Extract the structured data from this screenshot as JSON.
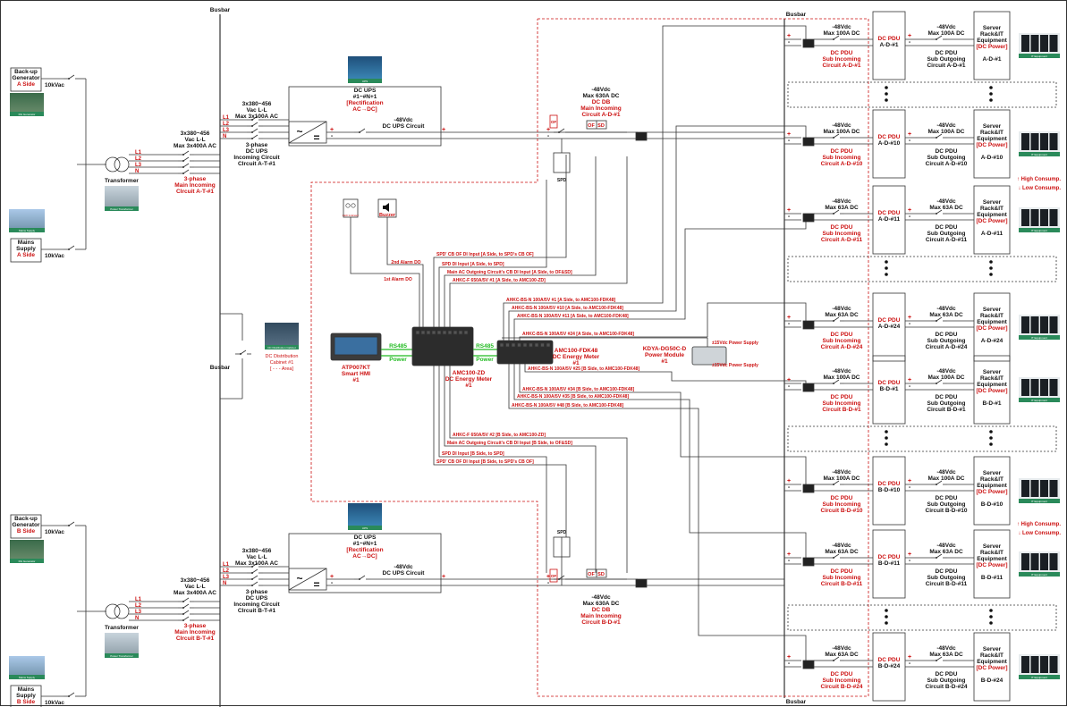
{
  "busbar": "Busbar",
  "left": {
    "a": {
      "gen_lines": [
        "Back-up",
        "Generator",
        "A Side"
      ],
      "gen_voltage": "10kVac",
      "mains_lines": [
        "Mains",
        "Supply",
        "A Side"
      ],
      "mains_voltage": "10kVac",
      "transformer": "Transformer",
      "main_spec": [
        "3x380~456",
        "Vac L-L",
        "Max 3x400A AC"
      ],
      "phases": [
        "L1",
        "L2",
        "L3",
        "N"
      ],
      "main_incoming": [
        "3-phase",
        "Main Incoming",
        "CIrcuit A-T-#1"
      ],
      "ups_spec": [
        "3x380~456",
        "Vac L-L",
        "Max 3x100A AC"
      ],
      "ups_phases": [
        "L1",
        "L2",
        "L3",
        "N"
      ],
      "ups_incoming": [
        "3-phase",
        "DC UPS",
        "Incoming Circuit",
        "CIrcuit A-T-#1"
      ],
      "ups_title": [
        "DC UPS",
        "#1~#N+1"
      ],
      "ups_rect": [
        "[Rectification",
        "AC→DC]"
      ],
      "ups_out": [
        "-48Vdc",
        "DC UPS Circuit"
      ]
    },
    "b": {
      "gen_lines": [
        "Back-up",
        "Generator",
        "B Side"
      ],
      "gen_voltage": "10kVac",
      "mains_lines": [
        "Mains",
        "Supply",
        "B Side"
      ],
      "mains_voltage": "10kVac",
      "transformer": "Transformer",
      "main_spec": [
        "3x380~456",
        "Vac L-L",
        "Max 3x400A AC"
      ],
      "phases": [
        "L1",
        "L2",
        "L3",
        "N"
      ],
      "main_incoming": [
        "3-phase",
        "Main Incoming",
        "CIrcuit B-T-#1"
      ],
      "ups_spec": [
        "3x380~456",
        "Vac L-L",
        "Max 3x100A AC"
      ],
      "ups_phases": [
        "L1",
        "L2",
        "L3",
        "N"
      ],
      "ups_incoming": [
        "3-phase",
        "DC UPS",
        "Incoming Circuit",
        "CIrcuit B-T-#1"
      ],
      "ups_title": [
        "DC UPS",
        "#1~#N+1"
      ],
      "ups_rect": [
        "[Rectification",
        "AC→DC]"
      ],
      "ups_out": [
        "-48Vdc",
        "DC UPS Circuit"
      ]
    },
    "dc_cabinet": [
      "DC Distribution",
      "Cabinet #1",
      "[ - - - Area]"
    ]
  },
  "db": {
    "a": [
      "-48Vdc",
      "Max 630A DC",
      "DC DB",
      "Main Incoming",
      "Circuit A-D-#1"
    ],
    "b": [
      "-48Vdc",
      "Max 630A DC",
      "DC DB",
      "Main Incoming",
      "Circuit B-D-#1"
    ],
    "of": "OF",
    "sd": "SD",
    "spd": "SPD"
  },
  "monitor": {
    "led": "LED Indicator",
    "buzzer": "Buzzer",
    "alarm2": "2nd Alarm DO",
    "alarm1": "1st Alarm DO",
    "hmi": [
      "ATP007KT",
      "Smart HMI",
      "#1"
    ],
    "rs485": "RS485",
    "power": "Power",
    "amc100zd": [
      "AMC100-ZD",
      "DC Energy Meter",
      "#1"
    ],
    "fdk48": [
      "AMC100-FDK48",
      "DC Energy Meter",
      "#1"
    ],
    "psu": [
      "KDYA-DG50C-D",
      "Power Module",
      "#1"
    ],
    "psu_out1": "±15Vdc Power Supply",
    "psu_out2": "±15Vdc Power Supply",
    "sig_top": [
      "SPD' CB OF DI Input [A Side, to SPD's CB OF]",
      "SPD DI Input [A Side, to SPD]",
      "Main AC Outgoing Circuit's CB DI Input [A Side, to OF&SD]",
      "AHKC-F 650A/5V #1 [A Side, to AMC100-ZD]"
    ],
    "sig_a": [
      "AHKC-BS-N 100A/5V #1 [A Side, to AMC100-FDK48]",
      "AHKC-BS-N 100A/5V #10 [A Side, to AMC100-FDK48]",
      "AHKC-BS-N 100A/5V #11 [A Side, to AMC100-FDK48]",
      "AHKC-BS-N 100A/5V #24 [A Side, to AMC100-FDK48]"
    ],
    "sig_b": [
      "AHKC-BS-N 100A/5V #25 [B Side, to AMC100-FDK48]",
      "AHKC-BS-N 100A/5V #34 [B Side, to AMC100-FDK48]",
      "AHKC-BS-N 100A/5V #35 [B Side, to AMC100-FDK48]",
      "AHKC-BS-N 100A/5V #48 [B Side, to AMC100-FDK48]"
    ],
    "sig_bottom": [
      "AHKC-F 650A/5V #2 [B Side, to AMC100-ZD]",
      "Main AC Outgoing Circuit's CB DI Input [B Side, to OF&SD]",
      "SPD DI Input [B Side, to SPD]",
      "SPD' CB OF DI Input [B Side, to SPD's CB OF]"
    ]
  },
  "branches": [
    {
      "in": [
        "-48Vdc",
        "Max 100A DC"
      ],
      "pdu": "A-D-#1",
      "sub_in": [
        "DC PDU",
        "Sub Incoming",
        "Circuit A-D-#1"
      ],
      "out": [
        "-48Vdc",
        "Max 100A DC"
      ],
      "sub_out": [
        "DC PDU",
        "Sub Outgoing",
        "Circuit A-D-#1"
      ],
      "rack": "A-D-#1"
    },
    {
      "in": [
        "-48Vdc",
        "Max 100A DC"
      ],
      "pdu": "A-D-#10",
      "sub_in": [
        "DC PDU",
        "Sub Incoming",
        "Circuit A-D-#10"
      ],
      "out": [
        "-48Vdc",
        "Max 100A DC"
      ],
      "sub_out": [
        "DC PDU",
        "Sub Outgoing",
        "Circuit A-D-#10"
      ],
      "rack": "A-D-#10"
    },
    {
      "in": [
        "-48Vdc",
        "Max 63A DC"
      ],
      "pdu": "A-D-#11",
      "sub_in": [
        "DC PDU",
        "Sub Incoming",
        "Circuit A-D-#11"
      ],
      "out": [
        "-48Vdc",
        "Max 63A DC"
      ],
      "sub_out": [
        "DC PDU",
        "Sub Outgoing",
        "Circuit A-D-#11"
      ],
      "rack": "A-D-#11"
    },
    {
      "in": [
        "-48Vdc",
        "Max 63A DC"
      ],
      "pdu": "A-D-#24",
      "sub_in": [
        "DC PDU",
        "Sub Incoming",
        "Circuit A-D-#24"
      ],
      "out": [
        "-48Vdc",
        "Max 63A DC"
      ],
      "sub_out": [
        "DC PDU",
        "Sub Outgoing",
        "Circuit A-D-#24"
      ],
      "rack": "A-D-#24"
    },
    {
      "in": [
        "-48Vdc",
        "Max 100A DC"
      ],
      "pdu": "B-D-#1",
      "sub_in": [
        "DC PDU",
        "Sub Incoming",
        "Circuit B-D-#1"
      ],
      "out": [
        "-48Vdc",
        "Max 100A DC"
      ],
      "sub_out": [
        "DC PDU",
        "Sub Outgoing",
        "Circuit B-D-#1"
      ],
      "rack": "B-D-#1"
    },
    {
      "in": [
        "-48Vdc",
        "Max 100A DC"
      ],
      "pdu": "B-D-#10",
      "sub_in": [
        "DC PDU",
        "Sub Incoming",
        "Circuit B-D-#10"
      ],
      "out": [
        "-48Vdc",
        "Max 100A DC"
      ],
      "sub_out": [
        "DC PDU",
        "Sub Outgoing",
        "Circuit B-D-#10"
      ],
      "rack": "B-D-#10"
    },
    {
      "in": [
        "-48Vdc",
        "Max 63A DC"
      ],
      "pdu": "B-D-#11",
      "sub_in": [
        "DC PDU",
        "Sub Incoming",
        "Circuit B-D-#11"
      ],
      "out": [
        "-48Vdc",
        "Max 63A DC"
      ],
      "sub_out": [
        "DC PDU",
        "Sub Outgoing",
        "Circuit B-D-#11"
      ],
      "rack": "B-D-#11"
    },
    {
      "in": [
        "-48Vdc",
        "Max 63A DC"
      ],
      "pdu": "B-D-#24",
      "sub_in": [
        "DC PDU",
        "Sub Incoming",
        "Circuit B-D-#24"
      ],
      "out": [
        "-48Vdc",
        "Max 63A DC"
      ],
      "sub_out": [
        "DC PDU",
        "Sub Outgoing",
        "Circuit B-D-#24"
      ],
      "rack": "B-D-#24"
    }
  ],
  "dc_pdu": "DC PDU",
  "rack_lines": [
    "Server",
    "Rack&IT",
    "Equipment",
    "[DC Power]"
  ],
  "high": "↑ High Consump.",
  "low": "↓ Low Consump.",
  "photo_labels": {
    "gen": "DG Generator",
    "mains": "Mains Supply",
    "trans": "Power Transformer",
    "ups": "UPS",
    "rack": "IT Equipment",
    "cabinet": "DC Distribution Cabinet"
  },
  "colors": {
    "red": "#cc1111",
    "green": "#22bb22",
    "line": "#333333"
  }
}
